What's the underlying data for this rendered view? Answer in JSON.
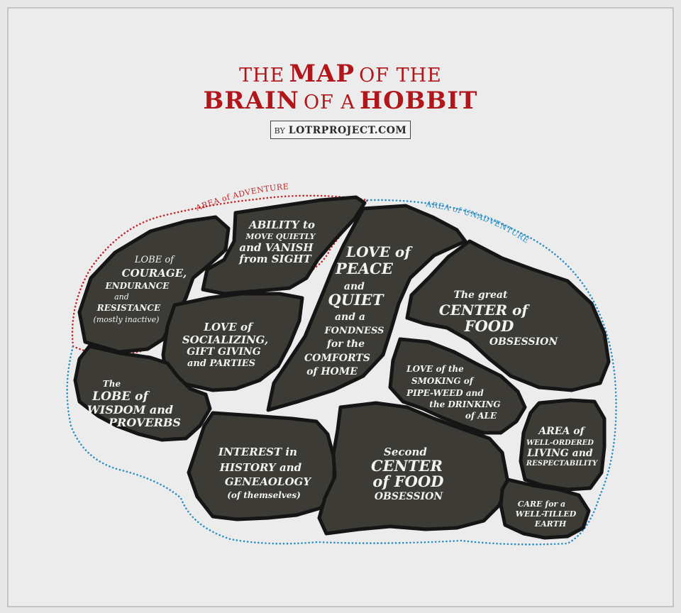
{
  "title": {
    "line1_a": "THE",
    "line1_b": "MAP",
    "line1_c": "OF THE",
    "line2_a": "BRAIN",
    "line2_b": "OF A",
    "line2_c": "HOBBIT"
  },
  "byline": {
    "by": "BY",
    "site": "LOTRPROJECT.COM"
  },
  "areas": {
    "adventure": "AREA of ADVENTURE",
    "unadventure": "AREA of UNADVENTURE"
  },
  "colors": {
    "title": "#b1161b",
    "lobe_fill": "#3d3b36",
    "lobe_edge": "#151515",
    "adventure_dots": "#c0282c",
    "unadventure_dots": "#2a8fc4",
    "background": "#ececec"
  },
  "lobes": {
    "courage": [
      "LOBE of",
      "COURAGE,",
      "ENDURANCE",
      "and",
      "RESISTANCE",
      "(mostly inactive)"
    ],
    "ability": [
      "ABILITY to",
      "MOVE QUIETLY",
      "and VANISH",
      "from SIGHT"
    ],
    "love_peace": [
      "LOVE of",
      "PEACE",
      "and",
      "QUIET",
      "and a",
      "FONDNESS",
      "for the",
      "COMFORTS",
      "of HOME"
    ],
    "great_food": [
      "The great",
      "CENTER of",
      "FOOD",
      "OBSESSION"
    ],
    "socializing": [
      "LOVE of",
      "SOCIALIZING,",
      "GIFT GIVING",
      "and PARTIES"
    ],
    "smoking": [
      "LOVE of the",
      "SMOKING of",
      "PIPE-WEED and",
      "the DRINKING",
      "of ALE"
    ],
    "wisdom": [
      "The",
      "LOBE of",
      "WISDOM and",
      "PROVERBS"
    ],
    "history": [
      "INTEREST in",
      "HISTORY and",
      "GENEAOLOGY",
      "(of themselves)"
    ],
    "second_food": [
      "Second",
      "CENTER",
      "of FOOD",
      "OBSESSION"
    ],
    "living": [
      "AREA of",
      "WELL-ORDERED",
      "LIVING and",
      "RESPECTABILITY"
    ],
    "earth": [
      "CARE for a",
      "WELL-TILLED",
      "EARTH"
    ]
  }
}
